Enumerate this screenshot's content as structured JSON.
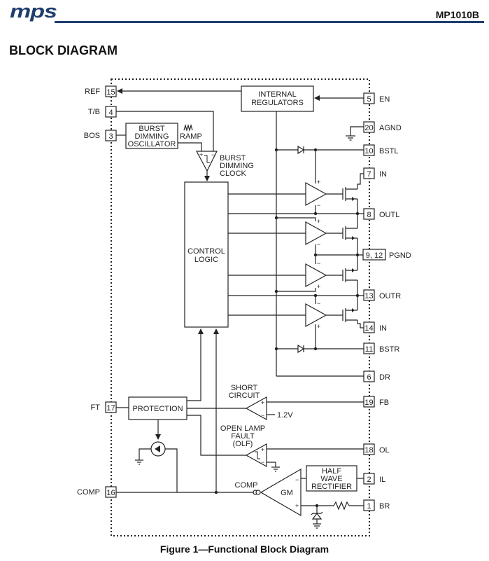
{
  "header": {
    "logo": "mps",
    "part_number": "MP1010B"
  },
  "section_title": "BLOCK DIAGRAM",
  "caption": "Figure 1—Functional Block Diagram",
  "blocks": {
    "internal_regulators": [
      "INTERNAL",
      "REGULATORS"
    ],
    "burst_dimming_oscillator": [
      "BURST",
      "DIMMING",
      "OSCILLATOR"
    ],
    "ramp": "RAMP",
    "burst_dimming_clock": [
      "BURST",
      "DIMMING",
      "CLOCK"
    ],
    "control_logic": [
      "CONTROL",
      "LOGIC"
    ],
    "protection": "PROTECTION",
    "short_circuit": [
      "SHORT",
      "CIRCUIT"
    ],
    "vref": "1.2V",
    "open_lamp_fault": [
      "OPEN LAMP",
      "FAULT",
      "(OLF)"
    ],
    "comp_node": "COMP",
    "gm": "GM",
    "half_wave_rectifier": [
      "HALF",
      "WAVE",
      "RECTIFIER"
    ]
  },
  "pins_left": [
    {
      "num": "15",
      "name": "REF"
    },
    {
      "num": "4",
      "name": "T/B"
    },
    {
      "num": "3",
      "name": "BOS"
    },
    {
      "num": "17",
      "name": "FT"
    },
    {
      "num": "16",
      "name": "COMP"
    }
  ],
  "pins_right": [
    {
      "num": "5",
      "name": "EN"
    },
    {
      "num": "20",
      "name": "AGND"
    },
    {
      "num": "10",
      "name": "BSTL"
    },
    {
      "num": "7",
      "name": "IN"
    },
    {
      "num": "8",
      "name": "OUTL"
    },
    {
      "num": "9, 12",
      "name": "PGND"
    },
    {
      "num": "13",
      "name": "OUTR"
    },
    {
      "num": "14",
      "name": "IN"
    },
    {
      "num": "11",
      "name": "BSTR"
    },
    {
      "num": "6",
      "name": "DR"
    },
    {
      "num": "19",
      "name": "FB"
    },
    {
      "num": "18",
      "name": "OL"
    },
    {
      "num": "2",
      "name": "IL"
    },
    {
      "num": "1",
      "name": "BR"
    }
  ],
  "signs": {
    "plus": "+",
    "minus": "−"
  }
}
